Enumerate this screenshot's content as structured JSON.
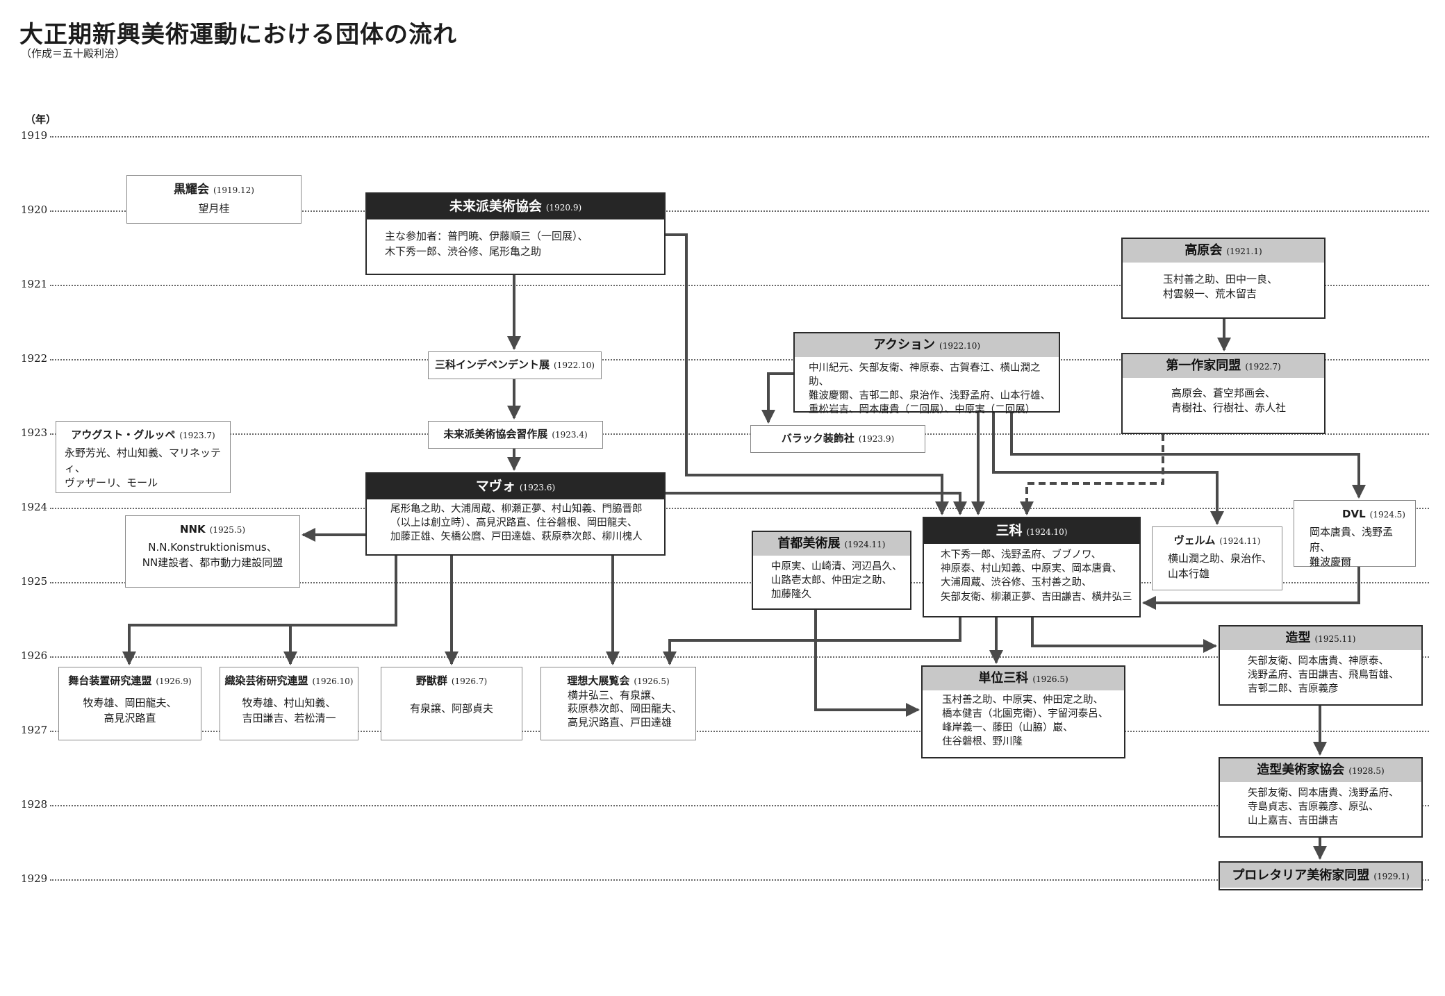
{
  "title": "大正期新興美術運動における団体の流れ",
  "credit": "（作成＝五十殿利治）",
  "year_unit": "（年）",
  "years": [
    "1919",
    "1920",
    "1921",
    "1922",
    "1923",
    "1924",
    "1925",
    "1926",
    "1927",
    "1928",
    "1929"
  ],
  "groups": {
    "kokuyokai": {
      "name": "黒耀会",
      "date": "(1919.12)",
      "members": "望月桂"
    },
    "miraiha": {
      "name": "未来派美術協会",
      "date": "(1920.9)",
      "members": "主な参加者：普門暁、伊藤順三（一回展）、\n木下秀一郎、渋谷修、尾形亀之助"
    },
    "sanka_indep": {
      "name": "三科インデペンデント展",
      "date": "(1922.10)"
    },
    "miraiha_shusaku": {
      "name": "未来派美術協会習作展",
      "date": "(1923.4)"
    },
    "august": {
      "name": "アウグスト・グルッペ",
      "date": "(1923.7)",
      "members": "永野芳光、村山知義、マリネッティ、\nヴァザーリ、モール"
    },
    "mavo": {
      "name": "マヴォ",
      "date": "(1923.6)",
      "members": "尾形亀之助、大浦周蔵、柳瀬正夢、村山知義、門脇晋郎\n（以上は創立時）、高見沢路直、住谷磐根、岡田龍夫、\n加藤正雄、矢橋公麿、戸田達雄、萩原恭次郎、柳川槐人"
    },
    "nnk": {
      "name": "NNK",
      "date": "(1925.5)",
      "members": "N.N.Konstruktionismus、\nNN建設者、都市動力建設同盟"
    },
    "action": {
      "name": "アクション",
      "date": "(1922.10)",
      "members": "中川紀元、矢部友衛、神原泰、古賀春江、横山潤之助、\n難波慶爾、吉邨二郎、泉治作、浅野孟府、山本行雄、\n重松岩吉、岡本唐貴（二回展）、中原実（二回展）"
    },
    "barrack": {
      "name": "バラック装飾社",
      "date": "(1923.9)"
    },
    "kogenkai": {
      "name": "高原会",
      "date": "(1921.1)",
      "members": "玉村善之助、田中一良、\n村雲毅一、荒木留吉"
    },
    "daiichi": {
      "name": "第一作家同盟",
      "date": "(1922.7)",
      "members": "高原会、蒼空邦画会、\n青樹社、行樹社、赤人社"
    },
    "sanka": {
      "name": "三科",
      "date": "(1924.10)",
      "members": "木下秀一郎、浅野孟府、ブブノワ、\n神原泰、村山知義、中原実、岡本唐貴、\n大浦周蔵、渋谷修、玉村善之助、\n矢部友衛、柳瀬正夢、吉田謙吉、横井弘三"
    },
    "shuto": {
      "name": "首都美術展",
      "date": "(1924.11)",
      "members": "中原実、山崎清、河辺昌久、\n山路壱太郎、仲田定之助、\n加藤隆久"
    },
    "velm": {
      "name": "ヴェルム",
      "date": "(1924.11)",
      "members": "横山潤之助、泉治作、\n山本行雄"
    },
    "dvl": {
      "name": "DVL",
      "date": "(1924.5)",
      "members": "岡本唐貴、浅野孟府、\n難波慶爾"
    },
    "butai": {
      "name": "舞台装置研究連盟",
      "date": "(1926.9)",
      "members": "牧寿雄、岡田龍夫、\n高見沢路直"
    },
    "senshoku": {
      "name": "織染芸術研究連盟",
      "date": "(1926.10)",
      "members": "牧寿雄、村山知義、\n吉田謙吉、若松清一"
    },
    "yajugun": {
      "name": "野獣群",
      "date": "(1926.7)",
      "members": "有泉譲、阿部貞夫"
    },
    "riso": {
      "name": "理想大展覧会",
      "date": "(1926.5)",
      "members": "横井弘三、有泉譲、\n萩原恭次郎、岡田龍夫、\n高見沢路直、戸田達雄"
    },
    "tani_sanka": {
      "name": "単位三科",
      "date": "(1926.5)",
      "members": "玉村善之助、中原実、仲田定之助、\n橋本健吉（北園克衛）、宇留河泰呂、\n峰岸義一、藤田（山脇）巌、\n住谷磐根、野川隆"
    },
    "zokei": {
      "name": "造型",
      "date": "(1925.11)",
      "members": "矢部友衛、岡本唐貴、神原泰、\n浅野孟府、吉田謙吉、飛鳥哲雄、\n吉邨二郎、吉原義彦"
    },
    "zokei_kyokai": {
      "name": "造型美術家協会",
      "date": "(1928.5)",
      "members": "矢部友衛、岡本唐貴、浅野孟府、\n寺島貞志、吉原義彦、原弘、\n山上嘉吉、吉田謙吉"
    },
    "prolet": {
      "name": "プロレタリア美術家同盟",
      "date": "(1929.1)"
    }
  },
  "colors": {
    "header_dark": "#262626",
    "header_grey": "#c8c8c8",
    "arrow": "#4a4a4a",
    "gridline": "#666666"
  }
}
